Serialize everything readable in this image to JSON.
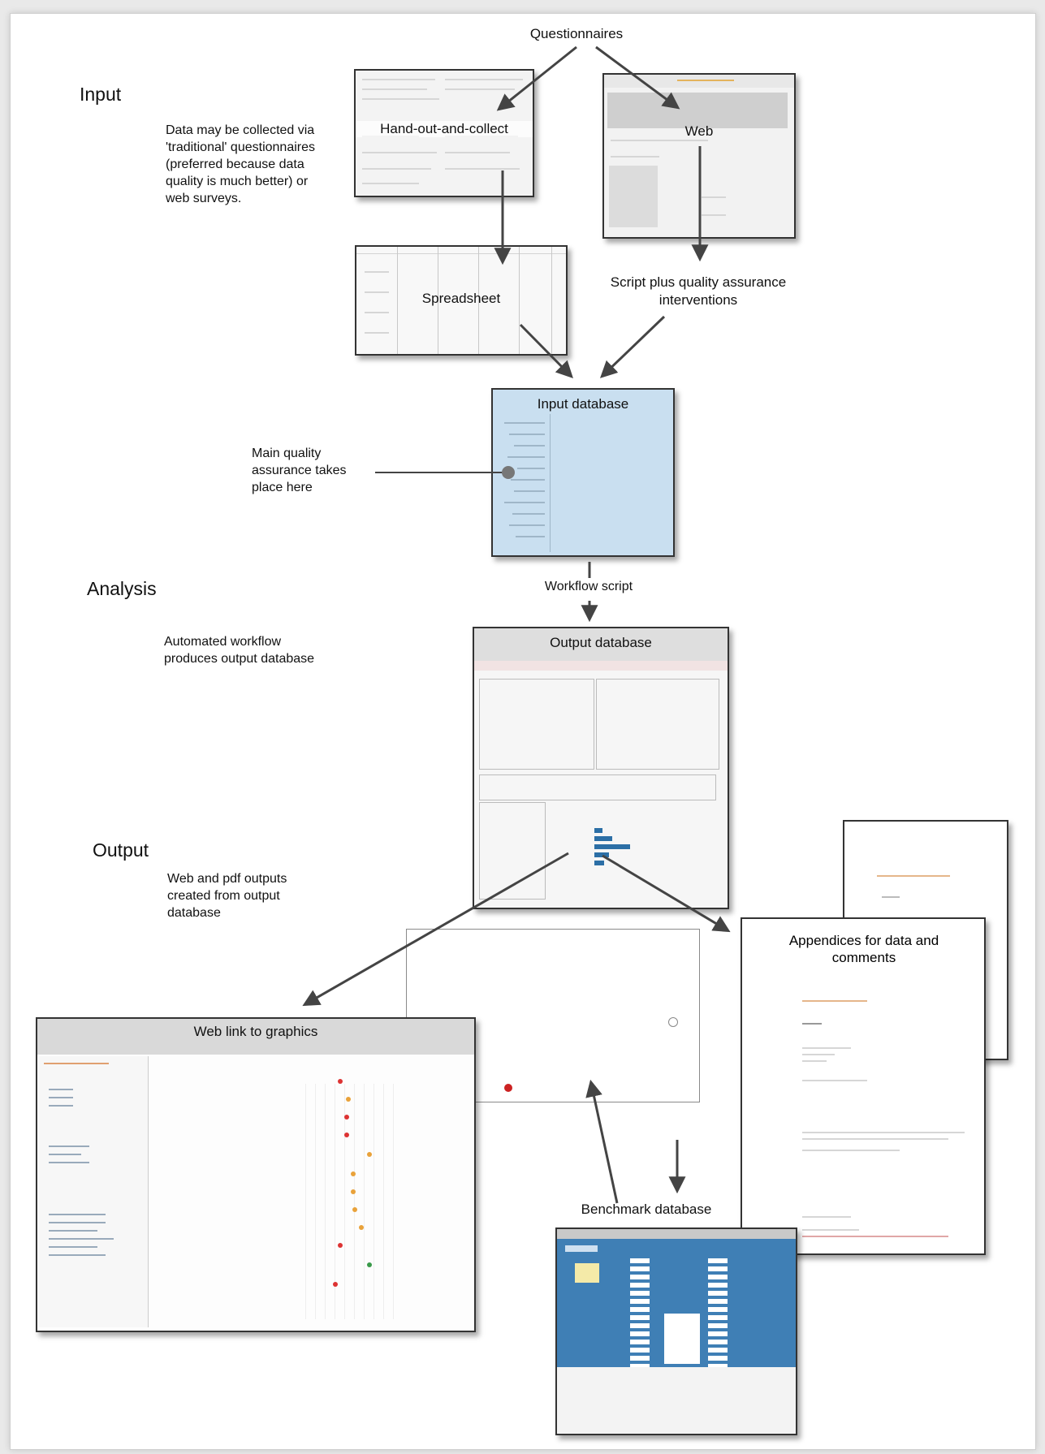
{
  "sections": {
    "input": "Input",
    "analysis": "Analysis",
    "output": "Output"
  },
  "notes": {
    "input_note": "Data may be collected via 'traditional' questionnaires (preferred because data quality is much better) or web surveys.",
    "qa_note": "Main quality assurance takes place here",
    "analysis_note": "Automated workflow produces output database",
    "output_note": "Web and pdf outputs created from output database"
  },
  "nodes": {
    "questionnaires": "Questionnaires",
    "handout": "Hand-out-and-collect",
    "web": "Web",
    "spreadsheet": "Spreadsheet",
    "script_qa": "Script plus quality assurance interventions",
    "input_db": "Input database",
    "workflow": "Workflow script",
    "output_db": "Output database",
    "web_link": "Web link to graphics",
    "appendices": "Appendices for data and comments",
    "benchmark": "Benchmark database"
  },
  "colors": {
    "input_db_fill": "#c9dff0",
    "benchmark_fill": "#3f7fb5",
    "arrow": "#444444"
  }
}
